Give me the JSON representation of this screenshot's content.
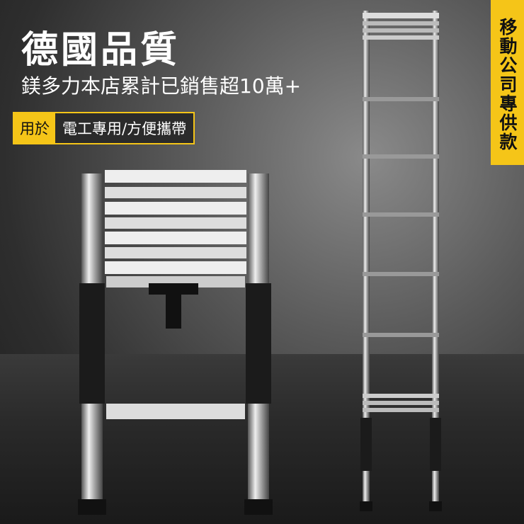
{
  "headline": "德國品質",
  "subheadline": "鎂多力本店累計已銷售超10萬+",
  "usage": {
    "label": "用於",
    "value": "電工專用/方便攜帶"
  },
  "side_banner": "移動公司專供款",
  "colors": {
    "accent": "#f5c518",
    "background": "#2e2e2e"
  }
}
